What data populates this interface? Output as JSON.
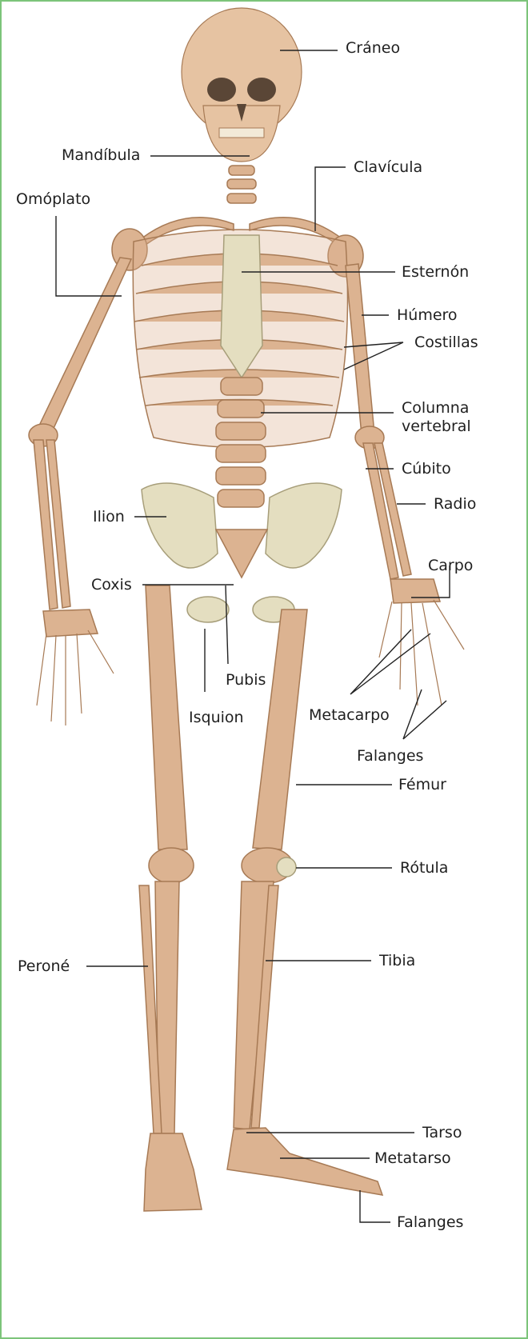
{
  "labels": {
    "craneo": "Cráneo",
    "mandibula": "Mandíbula",
    "clavicula": "Clavícula",
    "omoplato": "Omóplato",
    "esternon": "Esternón",
    "humero": "Húmero",
    "costillas": "Costillas",
    "columna_1": "Columna",
    "columna_2": "vertebral",
    "cubito": "Cúbito",
    "radio": "Radio",
    "ilion": "Ilion",
    "carpo": "Carpo",
    "coxis": "Coxis",
    "pubis": "Pubis",
    "isquion": "Isquion",
    "metacarpo": "Metacarpo",
    "falanges_mano": "Falanges",
    "femur": "Fémur",
    "rotula": "Rótula",
    "perone": "Peroné",
    "tibia": "Tibia",
    "tarso": "Tarso",
    "metatarso": "Metatarso",
    "falanges_pie": "Falanges"
  },
  "colors": {
    "frame_border": "#7cc47a",
    "bone": "#dcb391",
    "bone_pale": "#e4dec0",
    "label_text": "#1f1f1f"
  }
}
